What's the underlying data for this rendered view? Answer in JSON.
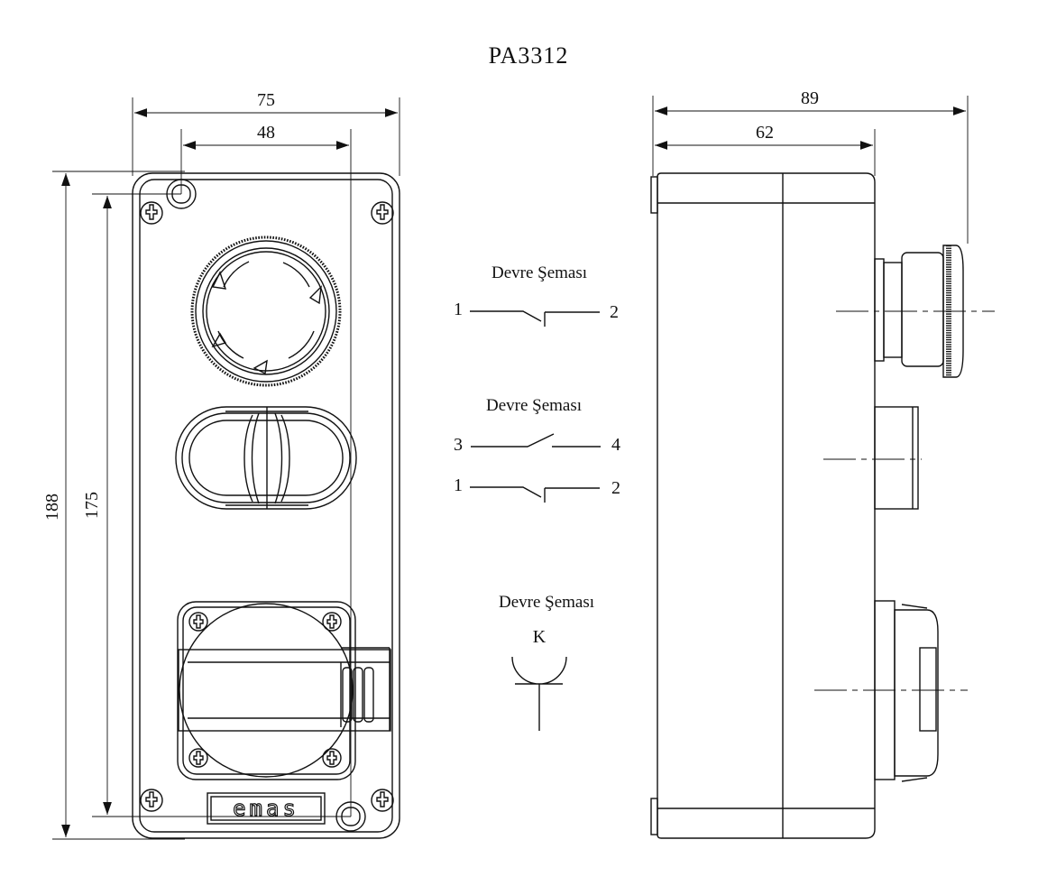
{
  "title": "PA3312",
  "front_view": {
    "width_outer": "75",
    "width_inner": "48",
    "height_outer": "188",
    "height_inner": "175",
    "logo": "emas"
  },
  "side_view": {
    "depth_total": "89",
    "depth_body": "62"
  },
  "schematics": [
    {
      "title": "Devre Şeması",
      "contacts": [
        {
          "left": "1",
          "right": "2",
          "type": "NC"
        }
      ]
    },
    {
      "title": "Devre Şeması",
      "contacts": [
        {
          "left": "3",
          "right": "4",
          "type": "NO"
        },
        {
          "left": "1",
          "right": "2",
          "type": "NC"
        }
      ]
    },
    {
      "title": "Devre Şeması",
      "label": "K",
      "type": "key-switch"
    }
  ]
}
